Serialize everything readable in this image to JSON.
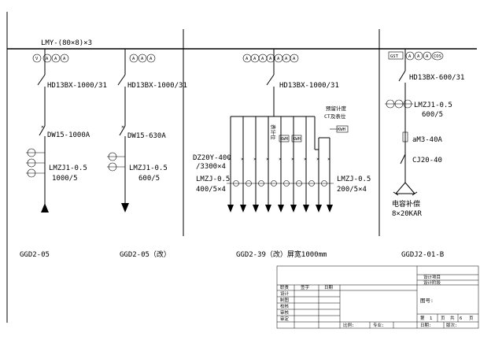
{
  "busbar": {
    "label": "LMY-(80×8)×3"
  },
  "panels": [
    {
      "meters": [
        "V",
        "A",
        "A",
        "A"
      ],
      "switch": "HD13BX-1000/31",
      "breaker": "DW15-1000A",
      "ct_a": "LMZJ1-0.5",
      "ct_b": "1000/5",
      "code": "GGD2-05"
    },
    {
      "meters": [
        "A",
        "A",
        "A"
      ],
      "switch": "HD13BX-1000/31",
      "breaker": "DW15-630A",
      "ct_a": "LMZJ1-0.5",
      "ct_b": "600/5",
      "code": "GGD2-05（改）"
    },
    {
      "meters": [
        "A",
        "A",
        "A",
        "A",
        "A",
        "A",
        "A"
      ],
      "switch": "HD13BX-1000/31",
      "meter_note_a": "预留计度",
      "meter_note_b": "CT及表位",
      "box_1": "表计位",
      "box_2": "KWH",
      "box_3": "KWH",
      "box_4": "KWH",
      "breaker_a": "DZ20Y-400",
      "breaker_b": "/3300×4",
      "ct_left_a": "LMZJ-0.5",
      "ct_left_b": "400/5×4",
      "ct_right_a": "LMZJ-0.5",
      "ct_right_b": "200/5×4",
      "code": "GGD2-39（改）屏宽1000mm"
    },
    {
      "meters_box": "GST",
      "meters": [
        "A",
        "A",
        "A",
        "COS"
      ],
      "switch": "HD13BX-600/31",
      "ct_a": "LMZJ1-0.5",
      "ct_b": "600/5",
      "fuse": "aM3-40A",
      "contactor": "CJ20-40",
      "cap_a": "电容补偿",
      "cap_b": "8×20KAR",
      "code": "GGDJ2-01-B"
    }
  ],
  "title_block": {
    "row_labels": [
      "职责",
      "设计",
      "制图",
      "校核",
      "审核",
      "审定"
    ],
    "sign_label": "签字",
    "date_label": "日期",
    "project_label": "设计项目",
    "stage_label": "设计阶段",
    "drawing_no_label": "图号:",
    "page_label": "第",
    "page_no": "1",
    "page_unit": "页",
    "total_label": "共",
    "total_no": "6",
    "total_unit": "页",
    "scale_label": "比例:",
    "major_label": "专业:",
    "date2_label": "日期:",
    "version_label": "版次:"
  },
  "colors": {
    "line": "#000000",
    "background": "#ffffff"
  }
}
